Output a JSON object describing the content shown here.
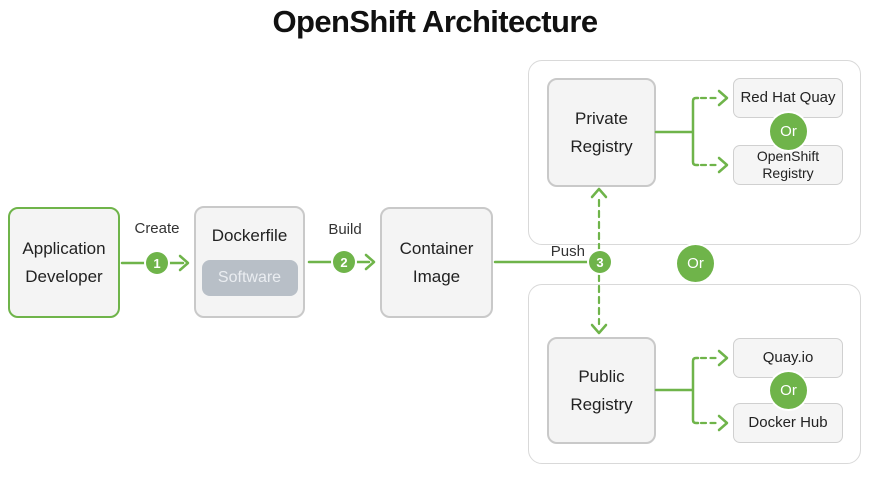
{
  "title": "OpenShift Architecture",
  "colors": {
    "green": "#6fb44a",
    "box_fill": "#f4f4f4",
    "box_border": "#c9c9c9",
    "container_border": "#d9d9d9",
    "software_bg": "#b8bfc7",
    "software_text": "#eaedf1",
    "text_dark": "#222222",
    "label_dark": "#333333"
  },
  "flow": {
    "application_developer": "Application\nDeveloper",
    "create_label": "Create",
    "step1": "1",
    "dockerfile": "Dockerfile",
    "software": "Software",
    "build_label": "Build",
    "step2": "2",
    "container_image": "Container\nImage",
    "push_label": "Push",
    "step3": "3"
  },
  "private_section": {
    "registry": "Private\nRegistry",
    "or": "Or",
    "options": [
      "Red Hat Quay",
      "OpenShift\nRegistry"
    ]
  },
  "public_section": {
    "registry": "Public\nRegistry",
    "or": "Or",
    "options": [
      "Quay.io",
      "Docker Hub"
    ]
  },
  "middle_or": "Or"
}
